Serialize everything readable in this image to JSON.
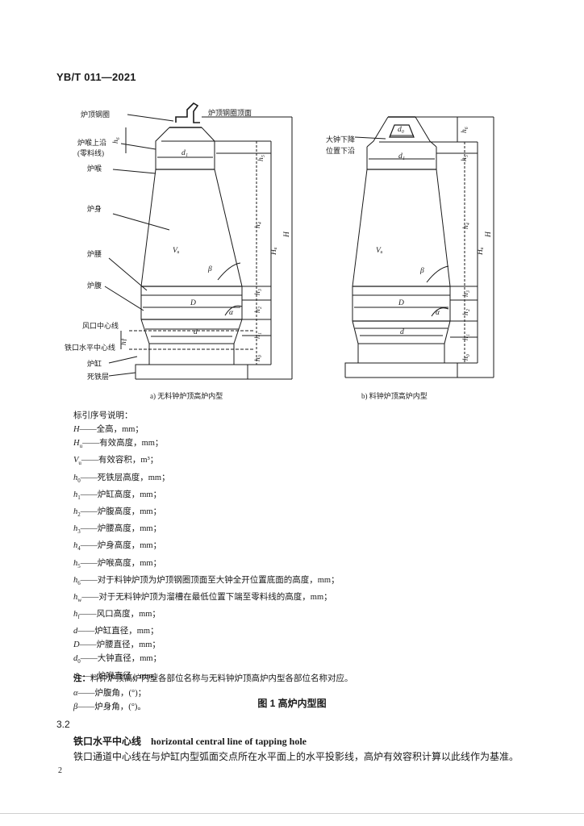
{
  "header": {
    "standard_code": "YB/T 011—2021"
  },
  "figure": {
    "left": {
      "labels": {
        "top_ring": "炉顶钢圈",
        "top_ring_face": "炉顶钢圈顶面",
        "throat_upper": "炉喉上沿",
        "stockline": "(零料线)",
        "throat": "炉喉",
        "shaft": "炉身",
        "belly": "炉腰",
        "bosh": "炉腹",
        "tuyere_line": "风口中心线",
        "taphole_line": "铁口水平中心线",
        "hearth": "炉缸",
        "salamander": "死铁层"
      },
      "symbols": {
        "d1": "d₁",
        "vu": "Vᵤ",
        "beta": "β",
        "D": "D",
        "alpha": "α",
        "d": "d",
        "h6": "h₆",
        "h5": "h₅",
        "h4": "h₄",
        "Hu": "Hᵤ",
        "H": "H",
        "h3": "h₃",
        "h2": "h₂",
        "h1": "h₁",
        "hf": "hƒ",
        "h0": "h₀"
      },
      "caption": "a)  无料钟炉顶高炉内型"
    },
    "right": {
      "labels": {
        "bell_lower_1": "大钟下降",
        "bell_lower_2": "位置下沿"
      },
      "symbols": {
        "d0": "d₀",
        "d1": "d₁",
        "vu": "Vᵤ",
        "beta": "β",
        "D": "D",
        "alpha": "α",
        "d": "d",
        "h6": "h₆",
        "h5": "h₅",
        "h4": "h₄",
        "Hu": "Hᵤ",
        "H": "H",
        "h3": "h₃",
        "h2": "h₂",
        "h1": "h₁",
        "h0": "h₀"
      },
      "caption": "b)  料钟炉顶高炉内型"
    }
  },
  "legend": {
    "title": "标引序号说明：",
    "items": [
      {
        "sym": "H",
        "sub": "",
        "text": "——全高，mm；"
      },
      {
        "sym": "H",
        "sub": "u",
        "text": "——有效高度，mm；"
      },
      {
        "sym": "V",
        "sub": "u",
        "text": "——有效容积，m³；"
      },
      {
        "sym": "h",
        "sub": "0",
        "text": "——死铁层高度，mm；"
      },
      {
        "sym": "h",
        "sub": "1",
        "text": "——炉缸高度，mm；"
      },
      {
        "sym": "h",
        "sub": "2",
        "text": "——炉腹高度，mm；"
      },
      {
        "sym": "h",
        "sub": "3",
        "text": "——炉腰高度，mm；"
      },
      {
        "sym": "h",
        "sub": "4",
        "text": "——炉身高度，mm；"
      },
      {
        "sym": "h",
        "sub": "5",
        "text": "——炉喉高度，mm；"
      },
      {
        "sym": "h",
        "sub": "6",
        "text": "——对于料钟炉顶为炉顶钢圈顶面至大钟全开位置底面的高度，mm；"
      },
      {
        "sym": "h",
        "sub": "w",
        "text": "——对于无料钟炉顶为溜槽在最低位置下端至零料线的高度，mm；"
      },
      {
        "sym": "h",
        "sub": "f",
        "text": "——风口高度，mm；"
      },
      {
        "sym": "d",
        "sub": "",
        "text": "——炉缸直径，mm；"
      },
      {
        "sym": "D",
        "sub": "",
        "text": "——炉腰直径，mm；"
      },
      {
        "sym": "d",
        "sub": "0",
        "text": "——大钟直径，mm；"
      },
      {
        "sym": "d",
        "sub": "1",
        "text": "——炉喉直径，mm；"
      },
      {
        "sym": "α",
        "sub": "",
        "text": "——炉腹角，(°)；"
      },
      {
        "sym": "β",
        "sub": "",
        "text": "——炉身角，(°)。"
      }
    ]
  },
  "note": {
    "prefix": "注：",
    "text": "料钟炉顶高炉内型各部位名称与无料钟炉顶高炉内型各部位名称对应。"
  },
  "figure_caption": "图 1   高炉内型图",
  "section": {
    "number": "3.2",
    "term_zh": "铁口水平中心线",
    "term_en": "horizontal central line of tapping hole",
    "definition": "铁口通道中心线在与炉缸内型弧面交点所在水平面上的水平投影线，高炉有效容积计算以此线作为基准。"
  },
  "page_number": "2"
}
